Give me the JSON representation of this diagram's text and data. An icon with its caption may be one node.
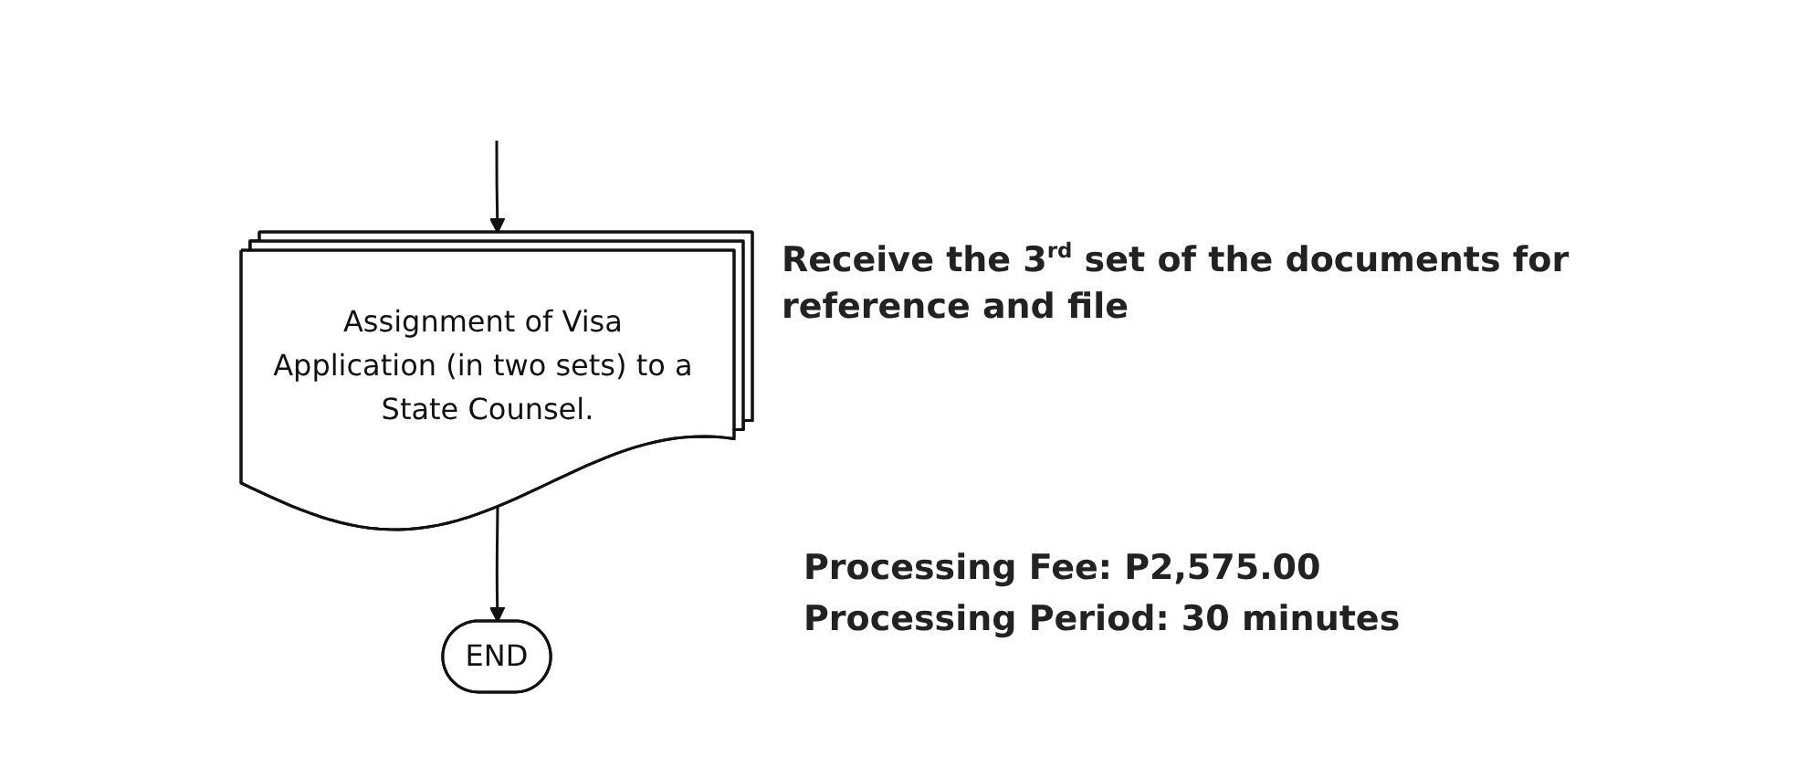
{
  "diagram": {
    "nodes": [
      {
        "text": [
          "Assignment of Visa Application (in two sets) to a State Counsel."
        ],
        "beside": [
          "Receive the 3$^{rd}$ set of the documents for reference and file"
        ]
      },
      {
        "text": [
          "END"
        ]
      }
    ],
    "edges": [
      {
        "from": null,
        "to": 0,
        "arrow": "to"
      },
      {
        "from": 0,
        "to": 1,
        "arrow": "to"
      }
    ],
    "labels": [
      "Processing Fee: P2,575.00",
      "Processing Period: 30 minutes"
    ]
  }
}
